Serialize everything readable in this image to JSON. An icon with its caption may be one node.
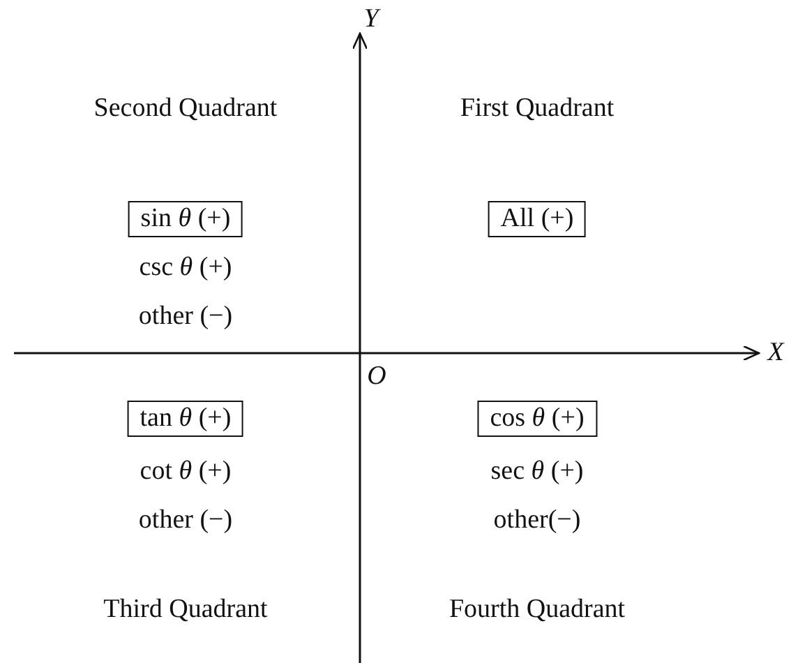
{
  "diagram": {
    "nodes": [
      {
        "text": [
          "sin *θ* (+)"
        ]
      },
      {
        "text": [
          "All (+)"
        ]
      },
      {
        "text": [
          "tan *θ* (+)"
        ]
      },
      {
        "text": [
          "cos *θ* (+)"
        ]
      }
    ],
    "labels": [
      "Y",
      "Second Quadrant",
      "First Quadrant",
      "csc *θ* (+)",
      "other (−)",
      "X",
      "O",
      "cot *θ* (+)",
      "other (−)",
      "sec *θ* (+)",
      "other(−)",
      "Third Quadrant",
      "Fourth Quadrant"
    ]
  }
}
